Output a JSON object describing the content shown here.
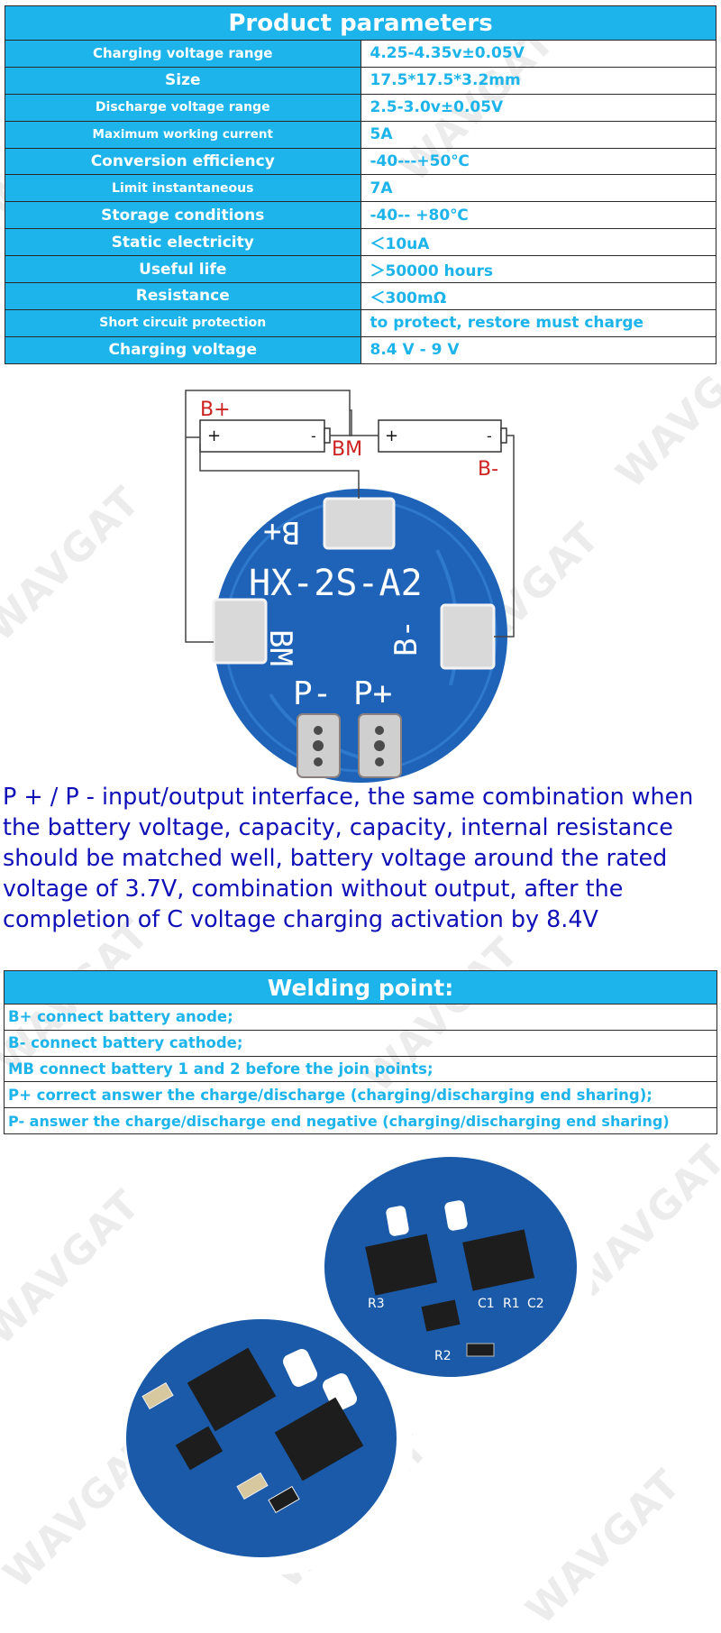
{
  "watermark": "WAVGAT",
  "params": {
    "title": "Product parameters",
    "rows": [
      {
        "label": "Charging voltage range",
        "value": "4.25-4.35v±0.05V"
      },
      {
        "label": "Size",
        "value": "17.5*17.5*3.2mm"
      },
      {
        "label": "Discharge voltage range",
        "value": "2.5-3.0v±0.05V"
      },
      {
        "label": "Maximum working current",
        "value": "5A"
      },
      {
        "label": "Conversion efficiency",
        "value": "-40---+50℃"
      },
      {
        "label": "Limit instantaneous",
        "value": "7A"
      },
      {
        "label": "Storage conditions",
        "value": "-40-- +80℃"
      },
      {
        "label": "Static electricity",
        "value": "＜10uA"
      },
      {
        "label": "Useful life",
        "value": "＞50000 hours"
      },
      {
        "label": "Resistance",
        "value": "＜300mΩ"
      },
      {
        "label": "Short circuit protection",
        "value": "to protect, restore must charge"
      },
      {
        "label": "Charging voltage",
        "value": "8.4 V - 9 V"
      }
    ]
  },
  "diagram": {
    "b_plus": "B+",
    "b_minus": "B-",
    "bm": "BM",
    "plus": "+",
    "minus": "-",
    "board": {
      "b_plus_silk": "B+",
      "model": "HX-2S-A2",
      "bm_silk": "BM",
      "b_minus_silk": "B-",
      "p_minus": "P-",
      "p_plus": "P+"
    }
  },
  "description": "P + / P - input/output interface, the same combination when the battery voltage, capacity, capacity, internal resistance should be matched well, battery voltage around the rated voltage of 3.7V, combination without output, after the completion of C voltage charging activation by 8.4V",
  "welding": {
    "title": "Welding point:",
    "items": [
      "B+ connect battery anode;",
      "B- connect battery cathode;",
      "MB connect battery 1 and 2 before the join points;",
      "P+ correct answer the charge/discharge (charging/discharging end sharing);",
      "P- answer the charge/discharge end negative (charging/discharging end sharing)"
    ]
  },
  "photo": {
    "labels": {
      "r3": "R3",
      "c1": "C1",
      "r1": "R1",
      "c2": "C2",
      "r2": "R2"
    }
  },
  "colors": {
    "accent": "#1cb4ea",
    "pcb": "#1e63b8",
    "description_text": "#1010b8",
    "diagram_label": "#cc2222"
  }
}
